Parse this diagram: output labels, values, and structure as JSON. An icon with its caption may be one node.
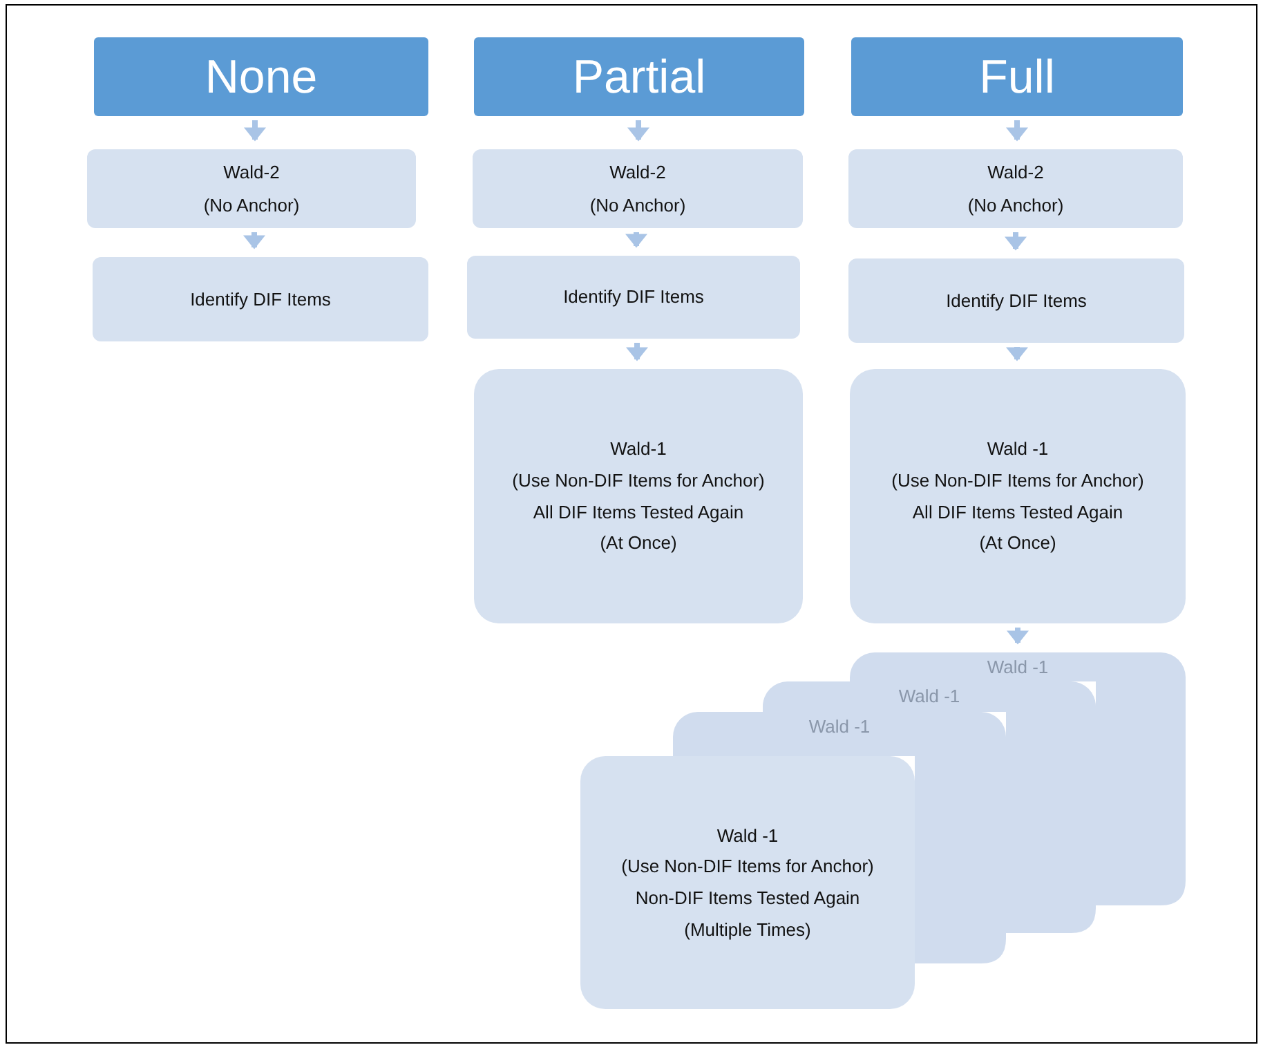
{
  "diagram": {
    "nodes": [
      {
        "text": [
          "None"
        ]
      },
      {
        "text": [
          "Wald-2",
          "(No Anchor)"
        ]
      },
      {
        "text": [
          "Identify DIF Items"
        ]
      },
      {
        "text": [
          "Partial"
        ]
      },
      {
        "text": [
          "Wald-2",
          "(No Anchor)"
        ]
      },
      {
        "text": [
          "Identify DIF Items"
        ]
      },
      {
        "text": [
          "Wald-1",
          "(Use Non-DIF Items for Anchor)",
          "All DIF Items Tested Again",
          "(At Once)"
        ]
      },
      {
        "text": [
          "Full"
        ]
      },
      {
        "text": [
          "Wald-2",
          "(No Anchor)"
        ]
      },
      {
        "text": [
          "Identify DIF Items"
        ]
      },
      {
        "text": [
          "Wald -1",
          "(Use Non-DIF Items for Anchor)",
          "All DIF Items Tested Again",
          "(At Once)"
        ]
      },
      {
        "text": [
          "Wald -1"
        ]
      },
      {
        "text": [
          "Wald -1"
        ]
      },
      {
        "text": [
          "Wald -1"
        ]
      },
      {
        "text": [
          "Wald -1",
          "(Use Non-DIF Items for Anchor)",
          "Non-DIF Items Tested Again",
          "(Multiple Times)"
        ]
      }
    ],
    "edges": [
      {
        "from": 0,
        "to": 1,
        "arrow": "to"
      },
      {
        "from": 1,
        "to": 2,
        "arrow": "to"
      },
      {
        "from": 3,
        "to": 4,
        "arrow": "to"
      },
      {
        "from": 4,
        "to": 5,
        "arrow": "to"
      },
      {
        "from": 5,
        "to": 6,
        "arrow": "to"
      },
      {
        "from": 7,
        "to": 8,
        "arrow": "to"
      },
      {
        "from": 8,
        "to": 9,
        "arrow": "to"
      },
      {
        "from": 9,
        "to": 10,
        "arrow": "to"
      },
      {
        "from": 10,
        "to": 11,
        "arrow": "to"
      }
    ]
  }
}
